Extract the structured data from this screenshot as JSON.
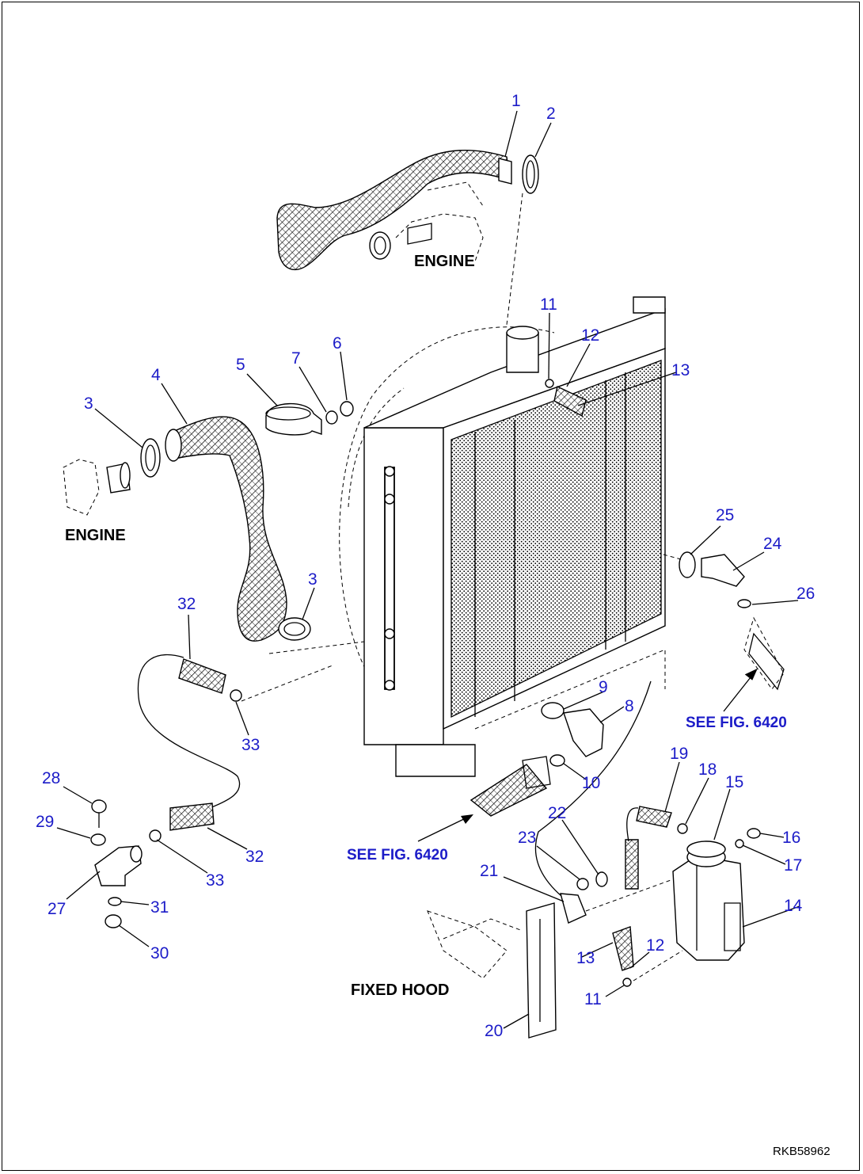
{
  "callouts": [
    {
      "id": "callout-1",
      "text": "1"
    },
    {
      "id": "callout-2",
      "text": "2"
    },
    {
      "id": "callout-3a",
      "text": "3"
    },
    {
      "id": "callout-3b",
      "text": "3"
    },
    {
      "id": "callout-4",
      "text": "4"
    },
    {
      "id": "callout-5",
      "text": "5"
    },
    {
      "id": "callout-6",
      "text": "6"
    },
    {
      "id": "callout-7",
      "text": "7"
    },
    {
      "id": "callout-8",
      "text": "8"
    },
    {
      "id": "callout-9",
      "text": "9"
    },
    {
      "id": "callout-10",
      "text": "10"
    },
    {
      "id": "callout-11a",
      "text": "11"
    },
    {
      "id": "callout-11b",
      "text": "11"
    },
    {
      "id": "callout-12a",
      "text": "12"
    },
    {
      "id": "callout-12b",
      "text": "12"
    },
    {
      "id": "callout-13a",
      "text": "13"
    },
    {
      "id": "callout-13b",
      "text": "13"
    },
    {
      "id": "callout-14",
      "text": "14"
    },
    {
      "id": "callout-15",
      "text": "15"
    },
    {
      "id": "callout-16",
      "text": "16"
    },
    {
      "id": "callout-17",
      "text": "17"
    },
    {
      "id": "callout-18",
      "text": "18"
    },
    {
      "id": "callout-19",
      "text": "19"
    },
    {
      "id": "callout-20",
      "text": "20"
    },
    {
      "id": "callout-21",
      "text": "21"
    },
    {
      "id": "callout-22",
      "text": "22"
    },
    {
      "id": "callout-23",
      "text": "23"
    },
    {
      "id": "callout-24",
      "text": "24"
    },
    {
      "id": "callout-25",
      "text": "25"
    },
    {
      "id": "callout-26",
      "text": "26"
    },
    {
      "id": "callout-27",
      "text": "27"
    },
    {
      "id": "callout-28",
      "text": "28"
    },
    {
      "id": "callout-29",
      "text": "29"
    },
    {
      "id": "callout-30",
      "text": "30"
    },
    {
      "id": "callout-31",
      "text": "31"
    },
    {
      "id": "callout-32a",
      "text": "32"
    },
    {
      "id": "callout-32b",
      "text": "32"
    },
    {
      "id": "callout-33a",
      "text": "33"
    },
    {
      "id": "callout-33b",
      "text": "33"
    }
  ],
  "labels": {
    "engine_top": "ENGINE",
    "engine_left": "ENGINE",
    "fixed_hood": "FIXED HOOD",
    "see_fig_right": "SEE FIG. 6420",
    "see_fig_bottom": "SEE FIG. 6420",
    "drawing_code": "RKB58962"
  },
  "colors": {
    "callout_text": "#1c1cc8",
    "line_art": "#000000",
    "background": "#ffffff"
  }
}
